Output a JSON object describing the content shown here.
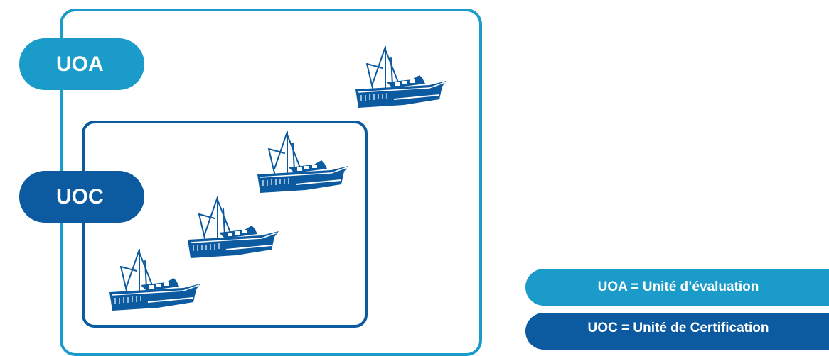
{
  "uoa": {
    "label": "UOA",
    "color": "#1a9bc9"
  },
  "uoc": {
    "label": "UOC",
    "color": "#0c5aa0"
  },
  "legend": {
    "uoa_text": "UOA = Unité d’évaluation",
    "uoc_text": "UOC = Unité de Certification"
  },
  "boats": [
    {
      "icon": "fishing-boat-icon",
      "group": "UOA"
    },
    {
      "icon": "fishing-boat-icon",
      "group": "UOC"
    },
    {
      "icon": "fishing-boat-icon",
      "group": "UOC"
    },
    {
      "icon": "fishing-boat-icon",
      "group": "UOC"
    }
  ]
}
